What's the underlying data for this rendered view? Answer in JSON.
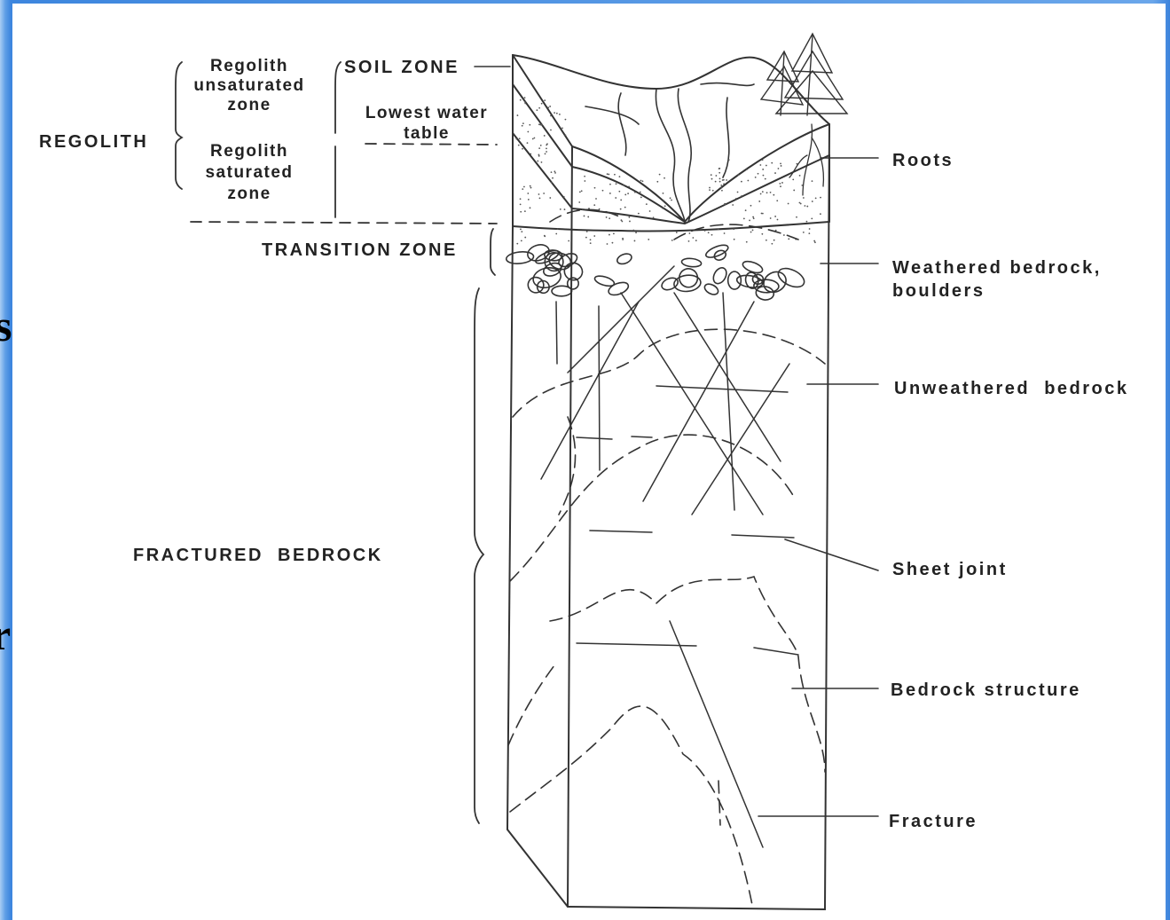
{
  "slide": {
    "fragment_1": "s",
    "fragment_2": "r"
  },
  "labels": {
    "regolith": "REGOLITH",
    "regolith_unsaturated": "Regolith unsaturated zone",
    "regolith_saturated": "Regolith saturated zone",
    "soil_zone": "SOIL ZONE",
    "lowest_water_table": "Lowest water table",
    "transition_zone": "TRANSITION ZONE",
    "fractured_bedrock": "FRACTURED  BEDROCK",
    "roots": "Roots",
    "weathered_bedrock": "Weathered bedrock, boulders",
    "unweathered_bedrock": "Unweathered  bedrock",
    "sheet_joint": "Sheet joint",
    "bedrock_structure": "Bedrock structure",
    "fracture": "Fracture"
  },
  "colors": {
    "ink": "#222222",
    "background_blue": "#3d86de",
    "panel": "#ffffff"
  }
}
